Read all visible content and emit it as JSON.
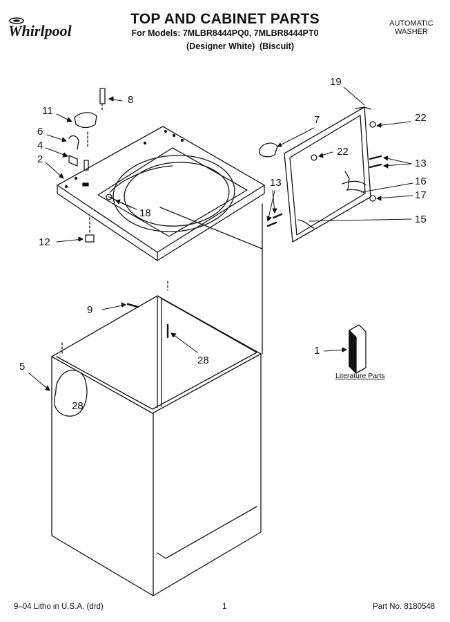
{
  "header": {
    "brand": "Whirlpool",
    "title": "TOP AND CABINET PARTS",
    "models_line": "For Models: 7MLBR8444PQ0, 7MLBR8444PT0",
    "variant_1": "(Designer White)",
    "variant_2": "(Biscuit)",
    "product_line_1": "AUTOMATIC",
    "product_line_2": "WASHER"
  },
  "callouts": {
    "c1": "1",
    "c2": "2",
    "c4": "4",
    "c5": "5",
    "c6": "6",
    "c7": "7",
    "c8": "8",
    "c9": "9",
    "c11": "11",
    "c12": "12",
    "c13a": "13",
    "c13b": "13",
    "c15": "15",
    "c16": "16",
    "c17": "17",
    "c18": "18",
    "c19": "19",
    "c22a": "22",
    "c22b": "22",
    "c28a": "28",
    "c28b": "28"
  },
  "literature_label": "Literature Parts",
  "footer": {
    "litho": "9–04 Litho in U.S.A. (drd)",
    "page": "1",
    "part_no": "Part No. 8180548"
  }
}
